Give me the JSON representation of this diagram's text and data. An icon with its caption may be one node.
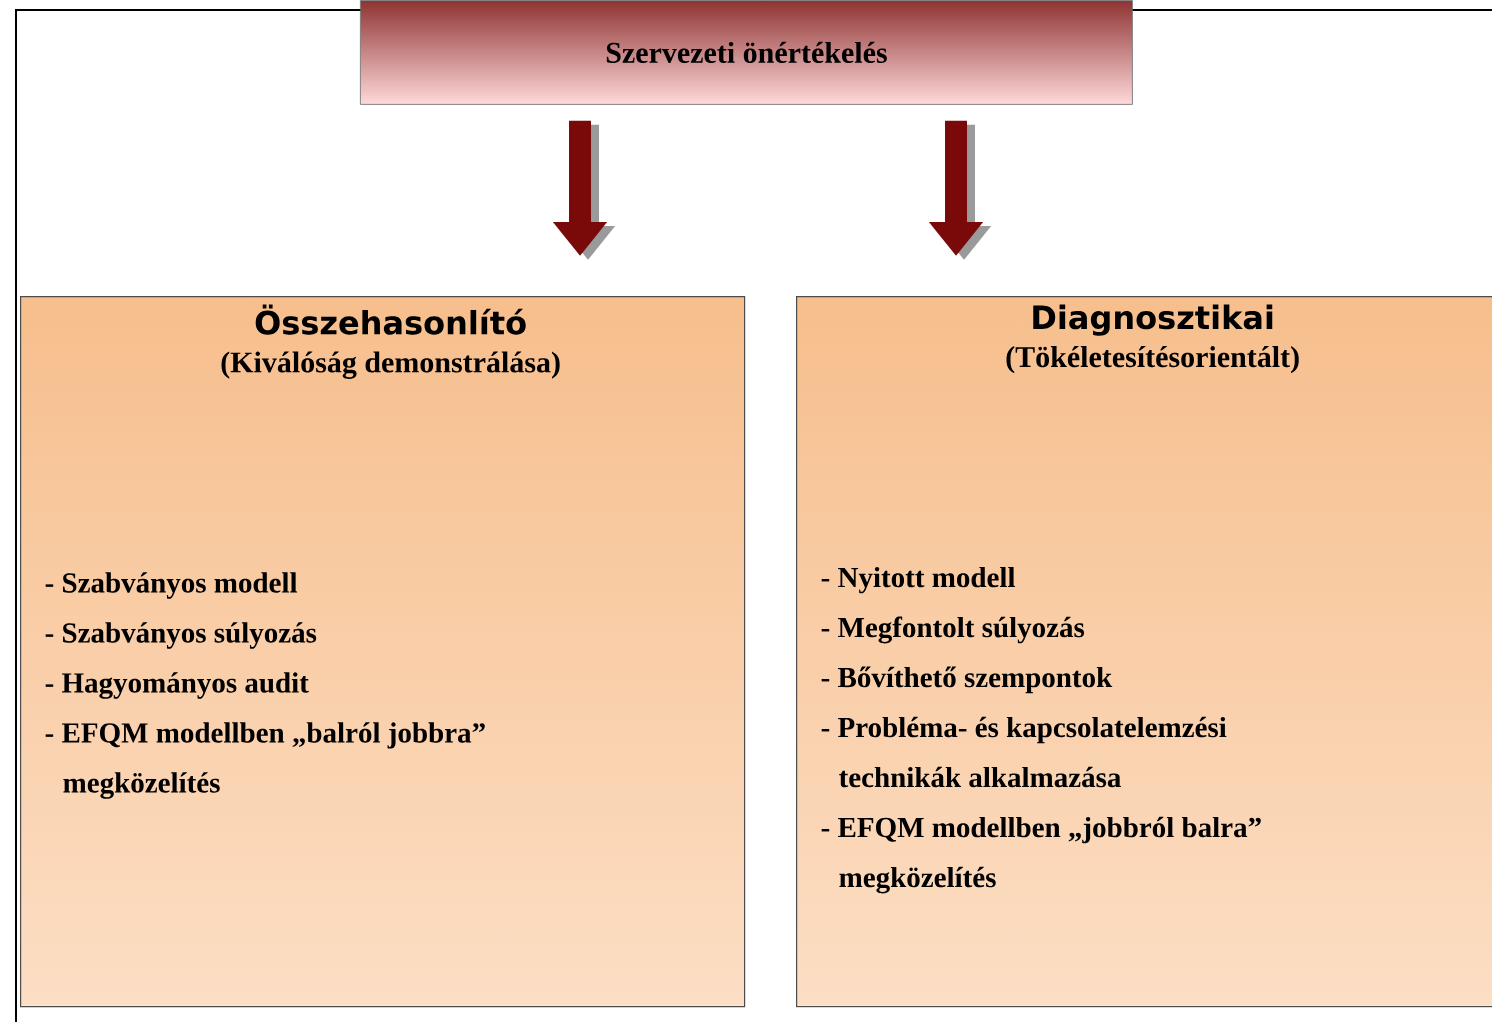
{
  "diagram": {
    "nodes": [
      {
        "text": [
          "Szervezeti önértékelés"
        ]
      },
      {
        "text": [
          "Összehasonlító",
          "(Kiválóság demonstrálása)",
          "- Szabványos modell",
          "- Szabványos súlyozás",
          "- Hagyományos audit",
          "- EFQM modellben „balról jobbra” megközelítés"
        ]
      },
      {
        "text": [
          "Diagnosztikai",
          "(Tökéletesítésorientált)",
          "- Nyitott modell",
          "- Megfontolt súlyozás",
          "- Bővíthető szempontok",
          "- Probléma- és kapcsolatelemzési technikák alkalmazása",
          "- EFQM modellben „jobbról balra” megközelítés"
        ]
      }
    ],
    "edges": [
      {
        "from": 0,
        "to": 1,
        "arrow": "to"
      },
      {
        "from": 0,
        "to": 2,
        "arrow": "to"
      }
    ]
  }
}
